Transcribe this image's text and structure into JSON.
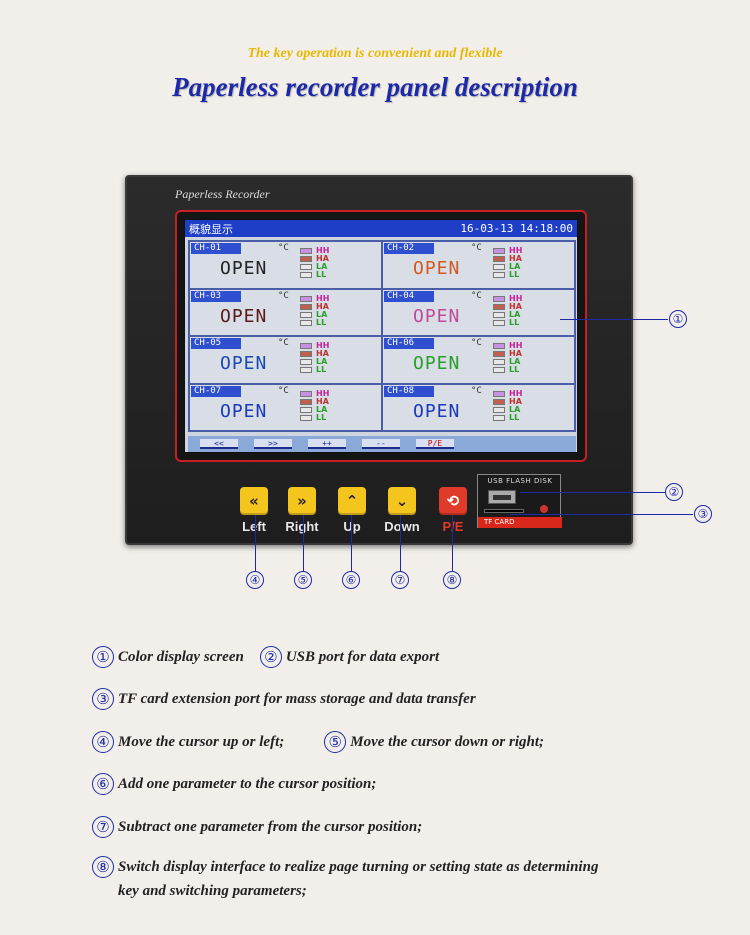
{
  "header": {
    "subtitle": "The key operation is convenient and flexible",
    "title": "Paperless recorder panel description"
  },
  "device": {
    "label": "Paperless Recorder",
    "screen": {
      "mode_title": "概貌显示",
      "datetime": "16-03-13 14:18:00",
      "channels": [
        {
          "tag": "CH-01",
          "unit": "°C",
          "value": "OPEN",
          "color": "#222222"
        },
        {
          "tag": "CH-02",
          "unit": "°C",
          "value": "OPEN",
          "color": "#d05a20"
        },
        {
          "tag": "CH-03",
          "unit": "°C",
          "value": "OPEN",
          "color": "#5a1a1a"
        },
        {
          "tag": "CH-04",
          "unit": "°C",
          "value": "OPEN",
          "color": "#c04a9a"
        },
        {
          "tag": "CH-05",
          "unit": "°C",
          "value": "OPEN",
          "color": "#1a4ab0"
        },
        {
          "tag": "CH-06",
          "unit": "°C",
          "value": "OPEN",
          "color": "#28a028"
        },
        {
          "tag": "CH-07",
          "unit": "°C",
          "value": "OPEN",
          "color": "#1a3ab8"
        },
        {
          "tag": "CH-08",
          "unit": "°C",
          "value": "OPEN",
          "color": "#1a3ab8"
        }
      ],
      "alarms": [
        {
          "label": "HH",
          "color": "#c8209a",
          "box": "#c890e0"
        },
        {
          "label": "HA",
          "color": "#c03030",
          "box": "#c06050"
        },
        {
          "label": "LA",
          "color": "#28a028",
          "box": "#e8e8e8"
        },
        {
          "label": "LL",
          "color": "#28a028",
          "box": "#e8e8e8"
        }
      ],
      "footer_buttons": [
        "<<",
        ">>",
        "++",
        "--",
        "P/E"
      ]
    },
    "keys": [
      {
        "symbol": "«",
        "label": "Left"
      },
      {
        "symbol": "»",
        "label": "Right"
      },
      {
        "symbol": "⌃",
        "label": "Up"
      },
      {
        "symbol": "⌄",
        "label": "Down"
      },
      {
        "symbol": "⟲",
        "label": "P/E"
      }
    ],
    "usb_title": "USB FLASH DISK",
    "tf_label": "TF CARD"
  },
  "callouts": [
    "①",
    "②",
    "③",
    "④",
    "⑤",
    "⑥",
    "⑦",
    "⑧"
  ],
  "descriptions": [
    {
      "items": [
        {
          "num": "①",
          "text": "Color display screen"
        },
        {
          "num": "②",
          "text": "USB port for data export"
        }
      ]
    },
    {
      "items": [
        {
          "num": "③",
          "text": "TF card extension port for mass storage and data transfer"
        }
      ]
    },
    {
      "items": [
        {
          "num": "④",
          "text": "Move the cursor up or left;"
        },
        {
          "num": "⑤",
          "text": "Move the cursor down or right;"
        }
      ]
    },
    {
      "items": [
        {
          "num": "⑥",
          "text": "Add one parameter to the cursor position;"
        }
      ]
    },
    {
      "items": [
        {
          "num": "⑦",
          "text": "Subtract one parameter from the cursor position;"
        }
      ]
    },
    {
      "items": [
        {
          "num": "⑧",
          "text": "Switch display interface to realize page turning or setting state as determining"
        }
      ],
      "continuation": "key and switching parameters;"
    }
  ]
}
